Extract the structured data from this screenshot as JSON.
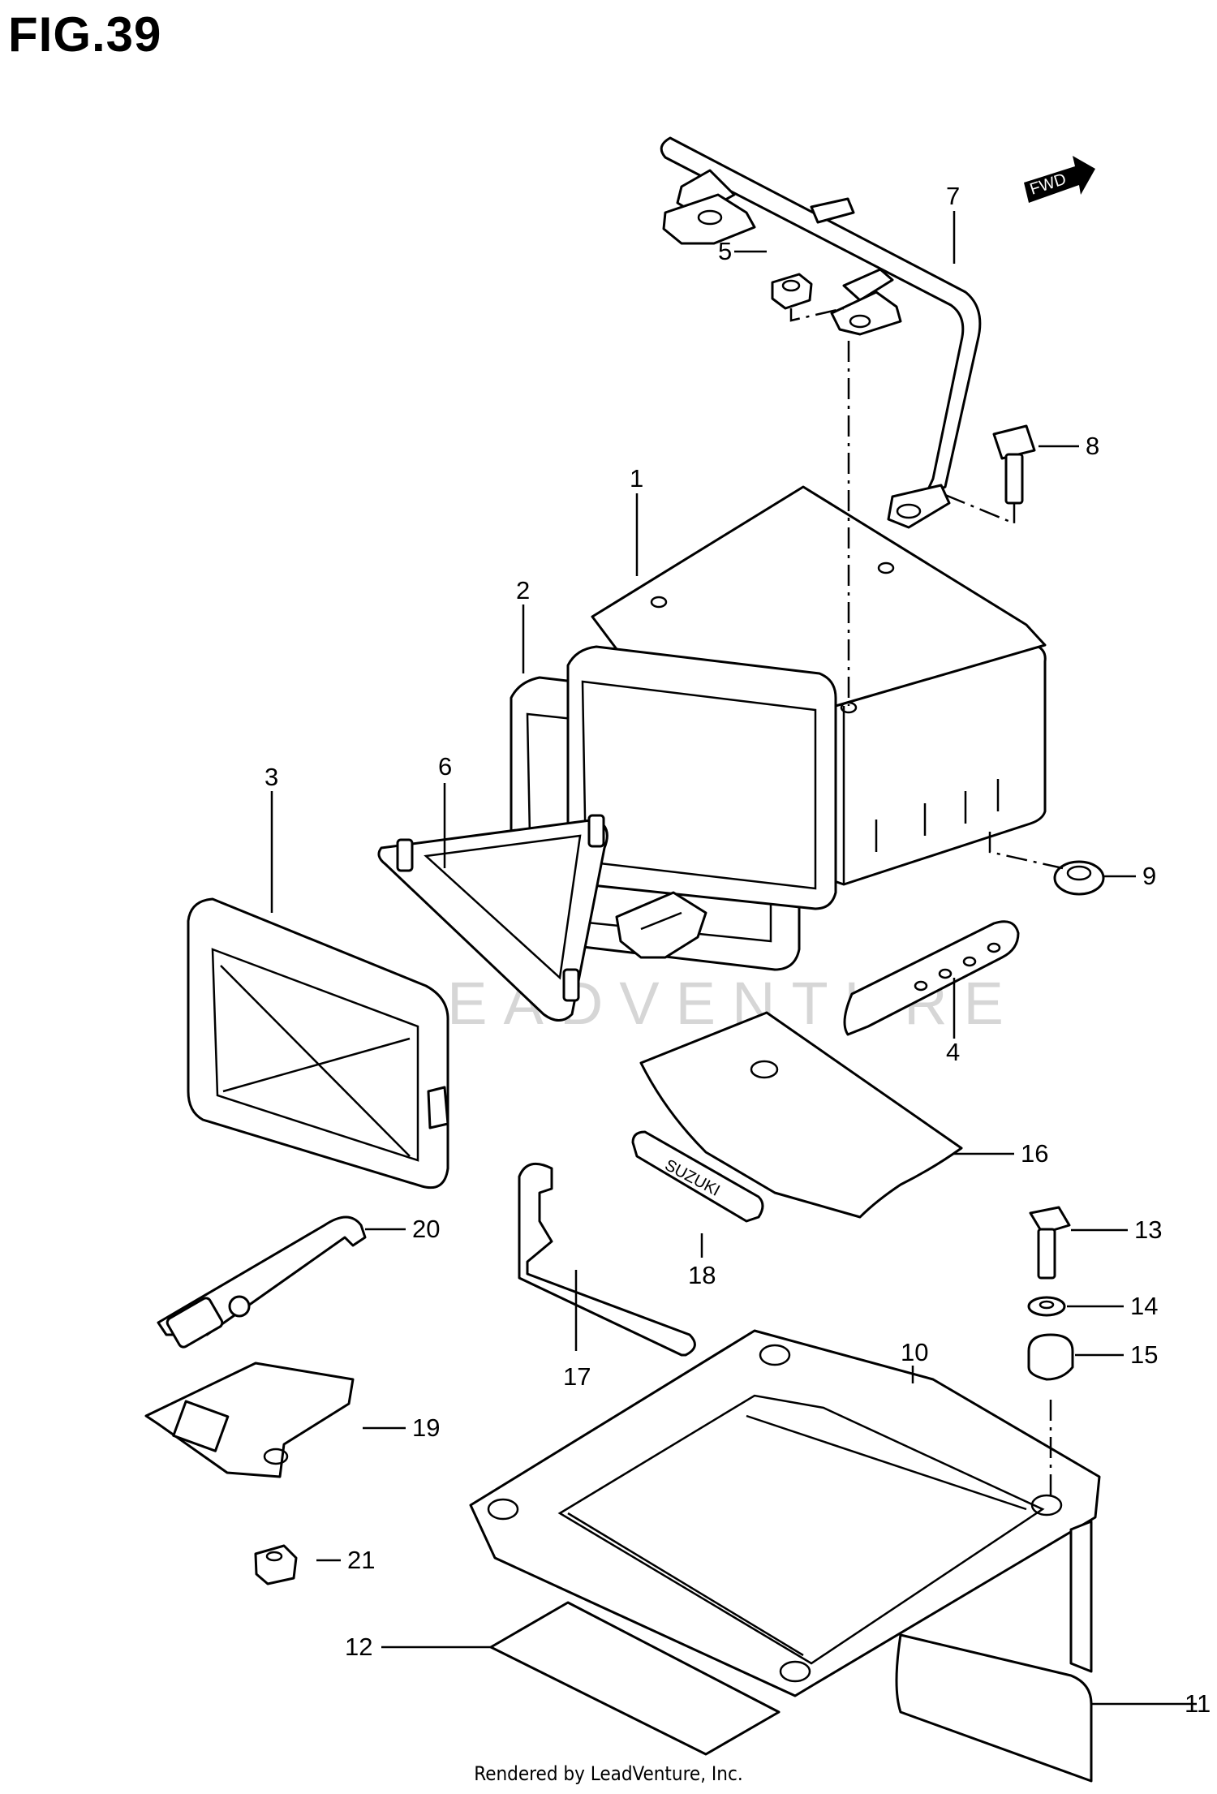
{
  "figure": {
    "title": "FIG.39"
  },
  "orientation_badge": {
    "label": "FWD"
  },
  "watermark": "LEADVENTURE",
  "footer": "Rendered by LeadVenture, Inc.",
  "callouts": {
    "c1": "1",
    "c2": "2",
    "c3": "3",
    "c4": "4",
    "c5": "5",
    "c6": "6",
    "c7": "7",
    "c8": "8",
    "c9": "9",
    "c10": "10",
    "c11": "11",
    "c12": "12",
    "c13": "13",
    "c14": "14",
    "c15": "15",
    "c16": "16",
    "c17": "17",
    "c18": "18",
    "c19": "19",
    "c20": "20",
    "c21": "21"
  },
  "tube_label": "SUZUKI"
}
